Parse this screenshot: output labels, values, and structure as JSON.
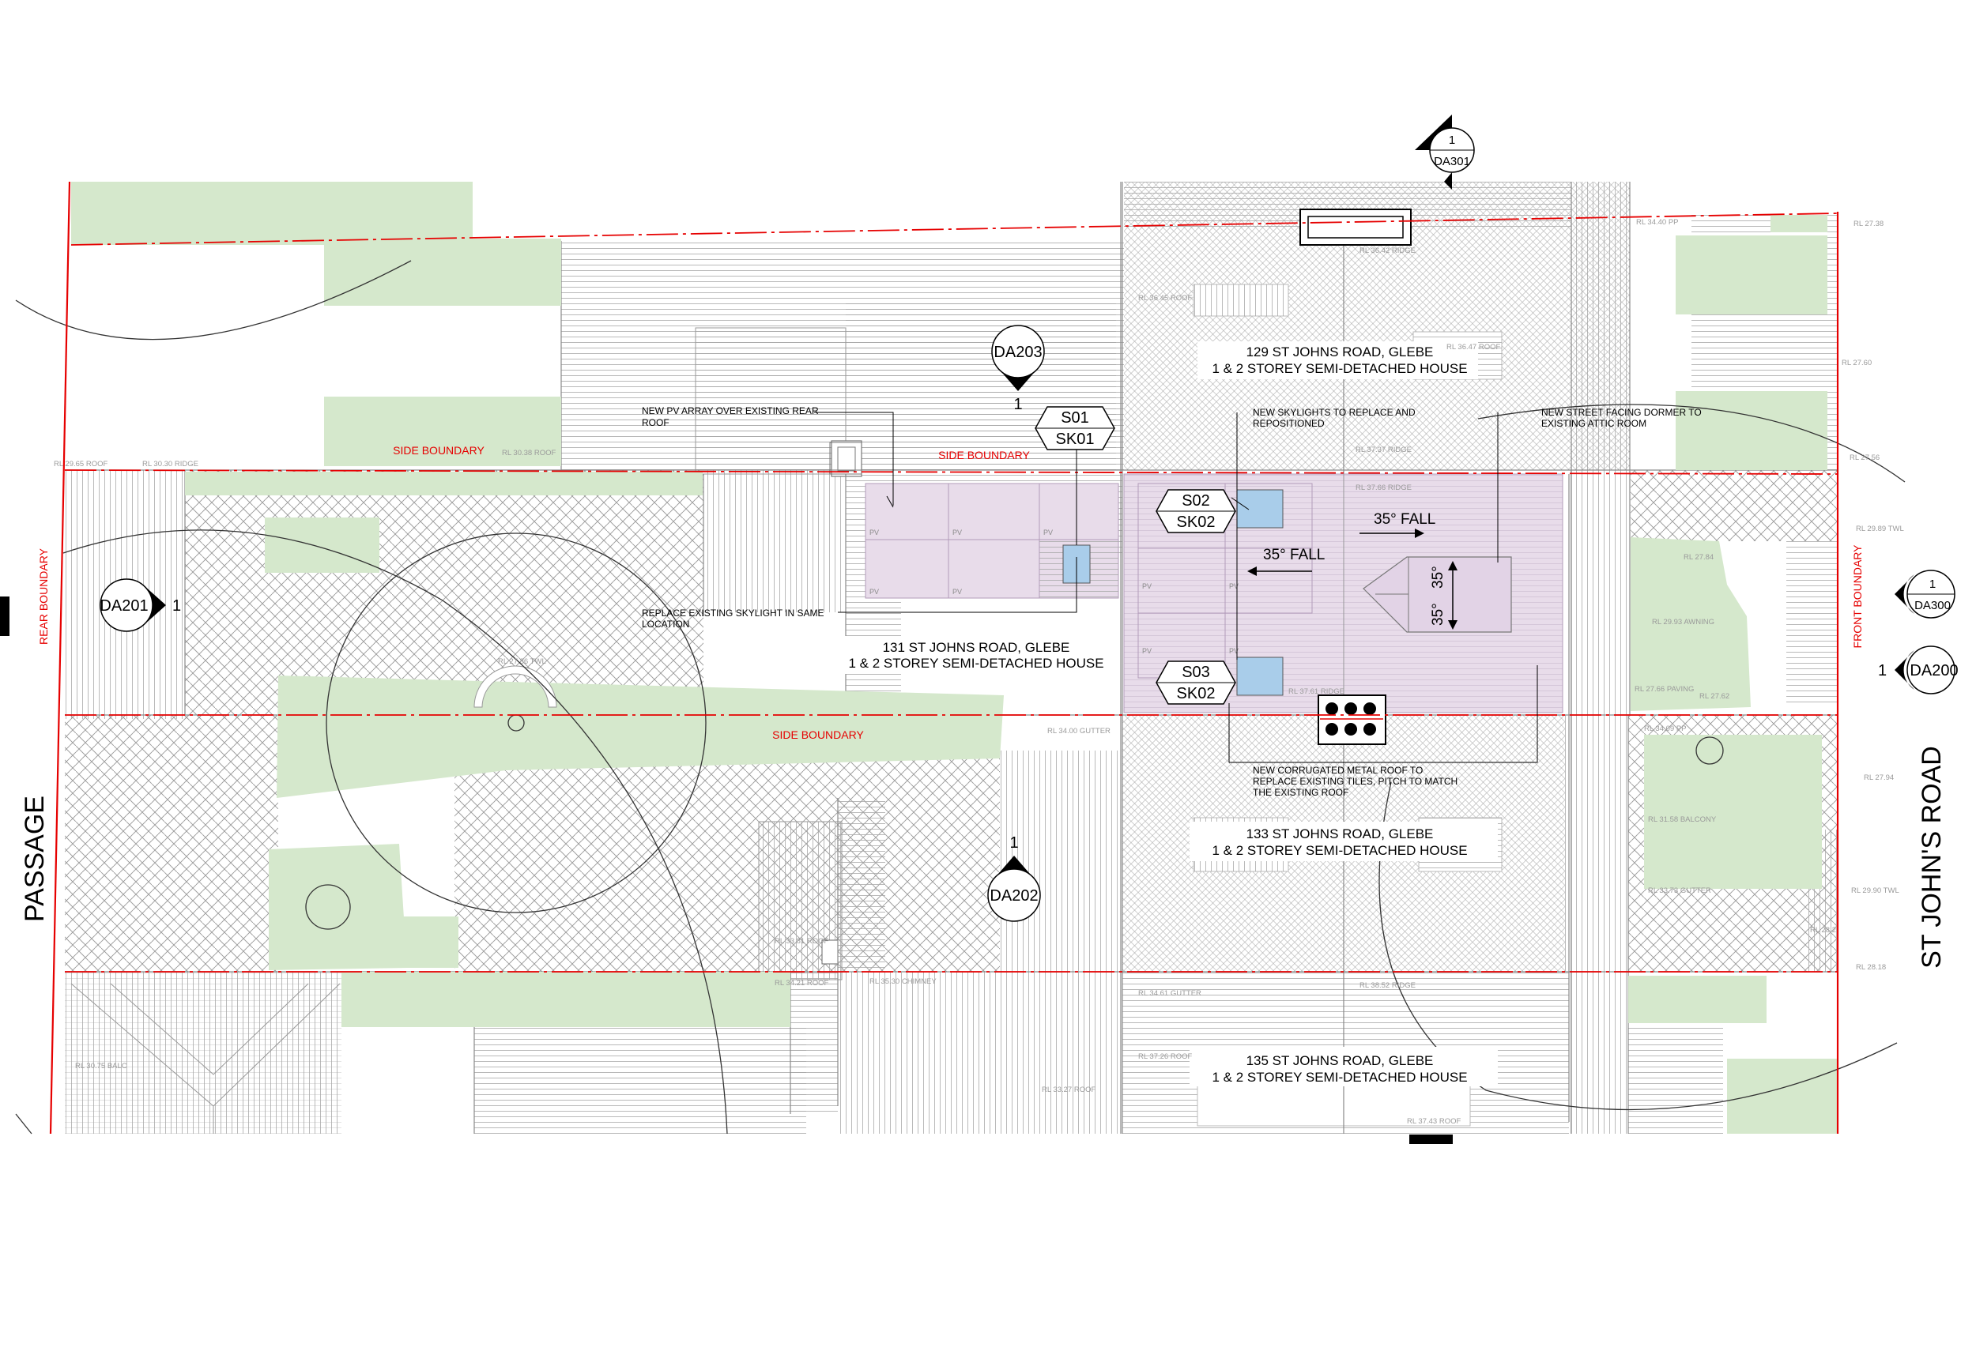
{
  "colors": {
    "boundary": "#e60000",
    "grass": "#d5e8cc",
    "new_roof": "#e8dcea",
    "skylight": "#a9cdea",
    "paving_line": "#8a8a8a"
  },
  "streets": {
    "passage": "PASSAGE",
    "st_johns_road": "ST JOHN'S ROAD"
  },
  "boundaries": {
    "rear": "REAR BOUNDARY",
    "front": "FRONT BOUNDARY",
    "side": "SIDE BOUNDARY"
  },
  "houses": {
    "h129": {
      "line1": "129 ST JOHNS ROAD, GLEBE",
      "line2": "1 & 2 STOREY SEMI-DETACHED HOUSE"
    },
    "h131": {
      "line1": "131 ST JOHNS ROAD, GLEBE",
      "line2": "1 & 2 STOREY SEMI-DETACHED HOUSE"
    },
    "h133": {
      "line1": "133 ST JOHNS ROAD, GLEBE",
      "line2": "1 & 2 STOREY SEMI-DETACHED HOUSE"
    },
    "h135": {
      "line1": "135 ST JOHNS ROAD, GLEBE",
      "line2": "1 & 2 STOREY SEMI-DETACHED HOUSE"
    }
  },
  "notes": {
    "pv_array": {
      "line1": "NEW PV ARRAY OVER EXISTING REAR",
      "line2": "ROOF"
    },
    "replace_skylight": {
      "line1": "REPLACE EXISTING SKYLIGHT IN SAME",
      "line2": "LOCATION"
    },
    "new_skylights": {
      "line1": "NEW SKYLIGHTS TO REPLACE AND",
      "line2": "REPOSITIONED"
    },
    "dormer": {
      "line1": "NEW STREET FACING DORMER TO",
      "line2": "EXISTING ATTIC ROOM"
    },
    "metal_roof": {
      "line1": "NEW CORRUGATED METAL ROOF TO",
      "line2": "REPLACE EXISTING TILES, PITCH TO MATCH",
      "line3": "THE EXISTING ROOF"
    }
  },
  "section_markers": {
    "da301": {
      "num": "1",
      "ref": "DA301"
    },
    "da203": {
      "num": "1",
      "ref": "DA203"
    },
    "da201": {
      "num": "1",
      "ref": "DA201"
    },
    "da202": {
      "num": "1",
      "ref": "DA202"
    },
    "da300": {
      "num": "1",
      "ref": "DA300"
    },
    "da200": {
      "num": "1",
      "ref": "DA200"
    }
  },
  "skylight_tags": [
    {
      "id": "S01",
      "ref": "SK01"
    },
    {
      "id": "S02",
      "ref": "SK02"
    },
    {
      "id": "S03",
      "ref": "SK02"
    }
  ],
  "pitch": {
    "fall_right": "35° FALL",
    "fall_left": "35° FALL",
    "pitch_a": "35°",
    "pitch_b": "35°"
  },
  "pv_label": "PV",
  "levels": {
    "l01": "RL 34.40 PP",
    "l02": "RL 27.38",
    "l03": "RL 36.42 RIDGE",
    "l04": "RL 36.45 ROOF",
    "l05": "RL 36.47 ROOF",
    "l06": "RL 27.60",
    "l07": "RL 29.65 ROOF",
    "l08": "RL 30.30 RIDGE",
    "l09": "RL 30.38 ROOF",
    "l10": "RL 37.37 RIDGE",
    "l11": "RL 27.56",
    "l12": "RL 37.66 RIDGE",
    "l13": "RL 29.89 TWL",
    "l14": "RL 27.84",
    "l15": "RL 29.93 AWNING",
    "l16": "RL 27.86 TWL",
    "l17": "RL 37.61 RIDGE",
    "l18": "RL 27.66 PAVING",
    "l19": "RL 27.62",
    "l20": "RL 34.00 GUTTER",
    "l21": "RL 34.09 PP",
    "l22": "RL 27.94",
    "l23": "RL 31.58 BALCONY",
    "l24": "RL 33.73 GUTTER",
    "l25": "RL 29.90 TWL",
    "l26": "RL 28.18",
    "l27": "RL 33.81 ROOF",
    "l28": "RL 34.21 ROOF",
    "l29": "RL 35.30 CHIMNEY",
    "l30": "RL 34.61 GUTTER",
    "l31": "RL 38.52 RIDGE",
    "l32": "RL 37.26 ROOF",
    "l33": "RL 30.75 BALC",
    "l34": "RL 33.27 ROOF",
    "l35": "RL 37.43 ROOF",
    "l36": "RL 28.2"
  }
}
